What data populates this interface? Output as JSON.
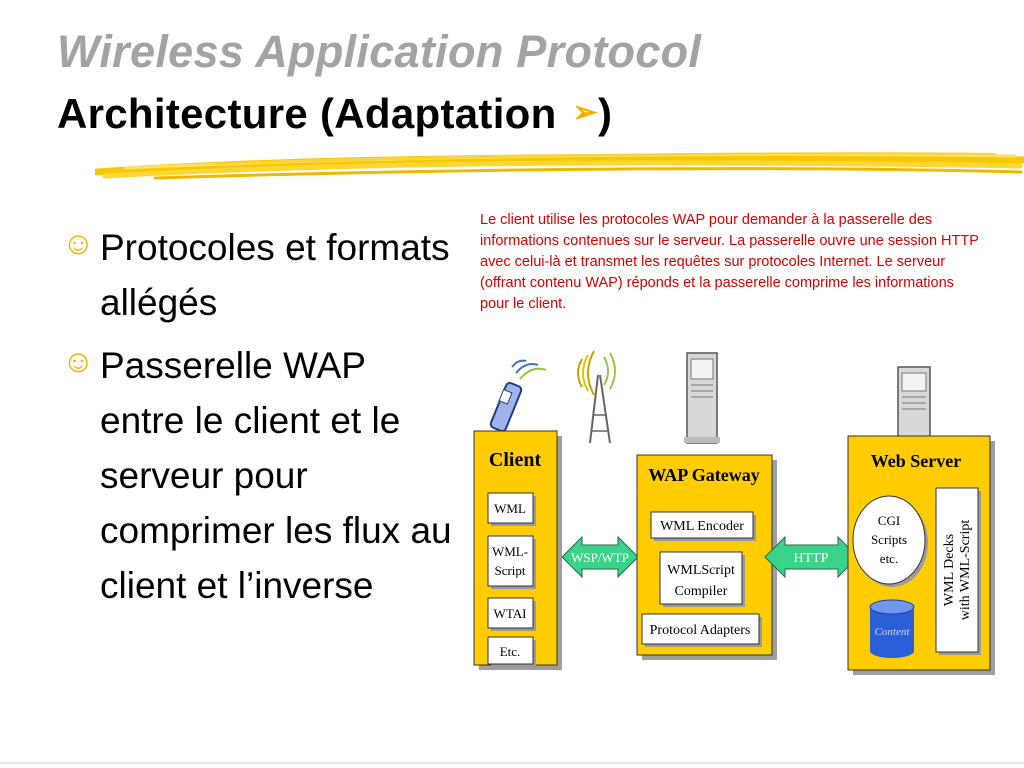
{
  "slide": {
    "title_line1": "Wireless Application Protocol",
    "title_line2": "Architecture (Adaptation",
    "title_arrow": "➢",
    "title_close": ")",
    "bullet_icon": "smiley-face-icon",
    "bullets": [
      "Protocoles et formats allégés",
      "Passerelle WAP entre le client et le serveur pour comprimer les flux au client et l’inverse"
    ],
    "note": "Le client utilise les protocoles WAP pour demander à la passerelle des informations contenues sur le serveur. La passerelle ouvre une session HTTP avec celui-là et transmet les requêtes sur protocoles Internet. Le serveur (offrant contenu WAP) réponds et la passerelle comprime les informations pour le client."
  },
  "diagram": {
    "client": {
      "title": "Client",
      "items": [
        "WML",
        "WML-",
        "Script",
        "WTAI",
        "Etc."
      ]
    },
    "gateway": {
      "title": "WAP Gateway",
      "items": [
        "WML Encoder",
        "WMLScript",
        "Compiler",
        "Protocol Adapters"
      ]
    },
    "server": {
      "title": "Web Server",
      "cgi": [
        "CGI",
        "Scripts",
        "etc."
      ],
      "content_label": "Content",
      "decks": [
        "WML Decks",
        "with WML-Script"
      ]
    },
    "link_left": "WSP/WTP",
    "link_right": "HTTP",
    "colors": {
      "box_yellow": "#ffcc00",
      "arrow_green": "#3bd28a",
      "db_blue": "#2b5fd8",
      "note_red": "#d80000",
      "accent": "#f0b000"
    }
  }
}
